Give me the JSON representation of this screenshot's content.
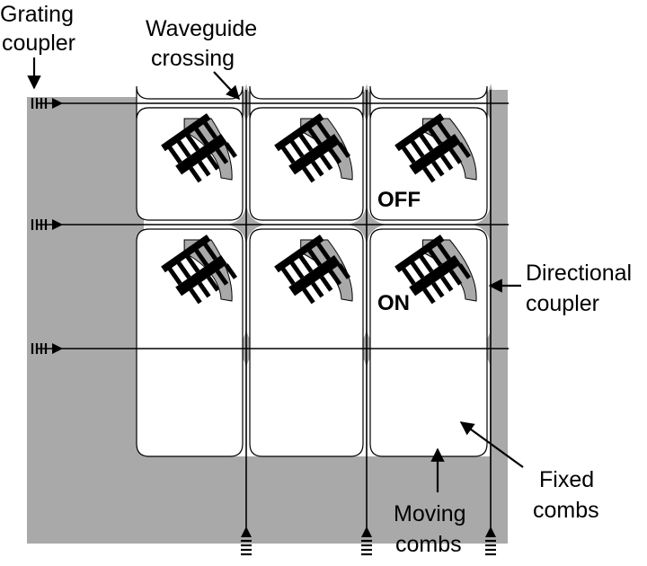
{
  "labels": {
    "grating_coupler": [
      "Grating",
      "coupler"
    ],
    "waveguide_crossing": [
      "Waveguide",
      "crossing"
    ],
    "directional_coupler": [
      "Directional",
      "coupler"
    ],
    "fixed_combs": [
      "Fixed",
      "combs"
    ],
    "moving_combs": [
      "Moving",
      "combs"
    ]
  },
  "states": {
    "off": "OFF",
    "on": "ON"
  },
  "grid": {
    "rows": 3,
    "cols": 3
  },
  "colors": {
    "substrate": "#a9a9a9",
    "cell": "#ffffff",
    "line": "#000000",
    "background": "#ffffff"
  }
}
